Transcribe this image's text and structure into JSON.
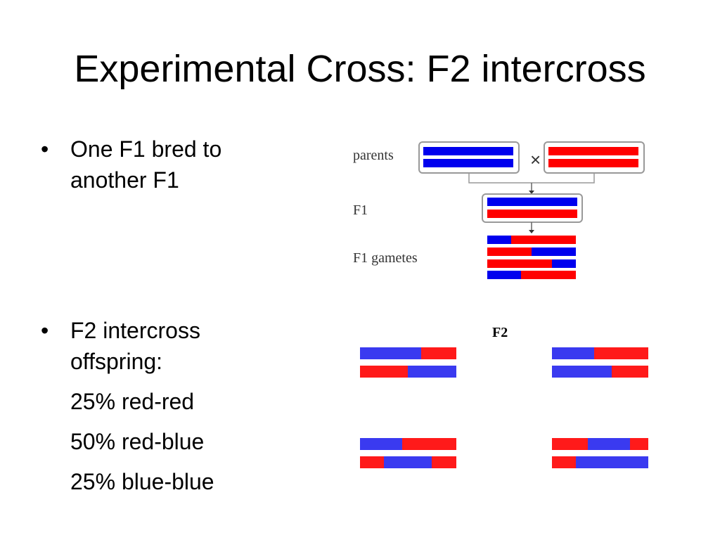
{
  "title": "Experimental Cross: F2 intercross",
  "bullets": {
    "marker": "•",
    "item1": "One F1 bred to another F1",
    "item1_line1": "One F1 bred to",
    "item1_line2": "another F1",
    "item2_line1": "F2 intercross",
    "item2_line2": "offspring:",
    "ratios": [
      "25% red-red",
      "50% red-blue",
      "25% blue-blue"
    ]
  },
  "diagram": {
    "labels": {
      "parents": "parents",
      "f1": "F1",
      "gametes": "F1 gametes",
      "f2": "F2"
    },
    "colors": {
      "red": "#ff0000",
      "blue": "#0000ee",
      "f2_red": "#ff1a1a",
      "f2_blue": "#3a3af0",
      "box": "#999999"
    }
  }
}
